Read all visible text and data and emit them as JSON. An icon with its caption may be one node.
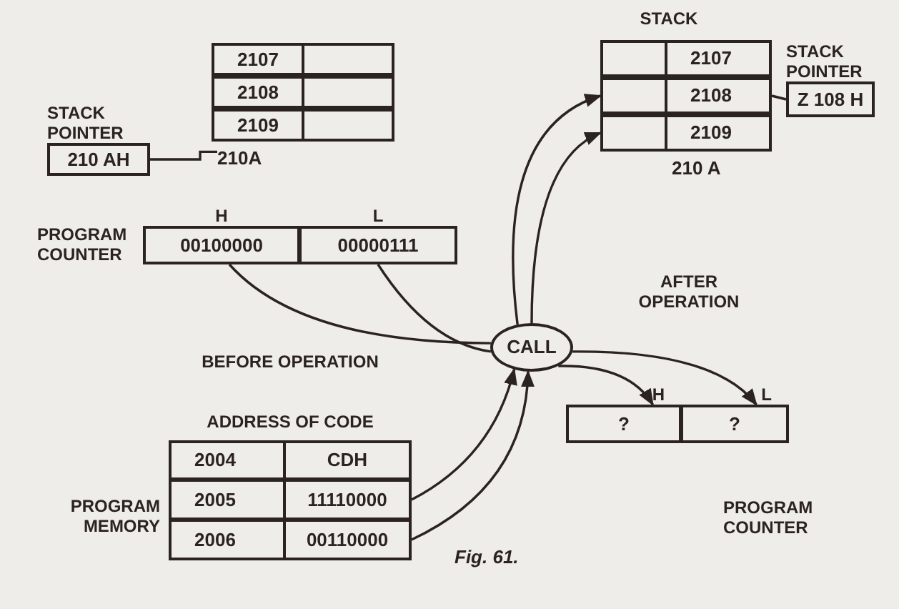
{
  "diagram": {
    "caption": "Fig. 61.",
    "nodes": [
      {
        "text": [
          "2107"
        ]
      },
      {
        "text": [
          "2108"
        ]
      },
      {
        "text": [
          "2109"
        ]
      },
      {
        "text": [
          "210A"
        ]
      },
      {
        "text": [
          "STACK POINTER",
          "210 AH"
        ]
      },
      {
        "text": [
          "2107"
        ]
      },
      {
        "text": [
          "2108"
        ]
      },
      {
        "text": [
          "2109"
        ]
      },
      {
        "text": [
          "210 A"
        ]
      },
      {
        "text": [
          "STACK POINTER",
          "Z 108 H"
        ]
      },
      {
        "text": [
          "H",
          "00100000"
        ]
      },
      {
        "text": [
          "L",
          "00000111"
        ]
      },
      {
        "text": [
          "CALL"
        ]
      },
      {
        "text": [
          "2004",
          "CDH"
        ]
      },
      {
        "text": [
          "2005",
          "11110000"
        ]
      },
      {
        "text": [
          "2006",
          "00110000"
        ]
      },
      {
        "text": [
          "H",
          "?"
        ]
      },
      {
        "text": [
          "L",
          "?"
        ]
      }
    ],
    "edges": [
      {
        "from": 4,
        "to": 3,
        "arrow": "none"
      },
      {
        "from": 9,
        "to": 6,
        "arrow": "none"
      },
      {
        "from": 10,
        "to": 12,
        "arrow": "none"
      },
      {
        "from": 11,
        "to": 12,
        "arrow": "none"
      },
      {
        "from": 14,
        "to": 12,
        "arrow": "to"
      },
      {
        "from": 15,
        "to": 12,
        "arrow": "to"
      },
      {
        "from": 12,
        "to": 6,
        "arrow": "to"
      },
      {
        "from": 12,
        "to": 7,
        "arrow": "to"
      },
      {
        "from": 12,
        "to": 16,
        "arrow": "to"
      },
      {
        "from": 12,
        "to": 17,
        "arrow": "to"
      }
    ],
    "labels": [
      "STACK",
      "PROGRAM COUNTER",
      "AFTER OPERATION",
      "BEFORE OPERATION",
      "ADDRESS OF CODE",
      "PROGRAM MEMORY",
      "PROGRAM COUNTER"
    ]
  }
}
